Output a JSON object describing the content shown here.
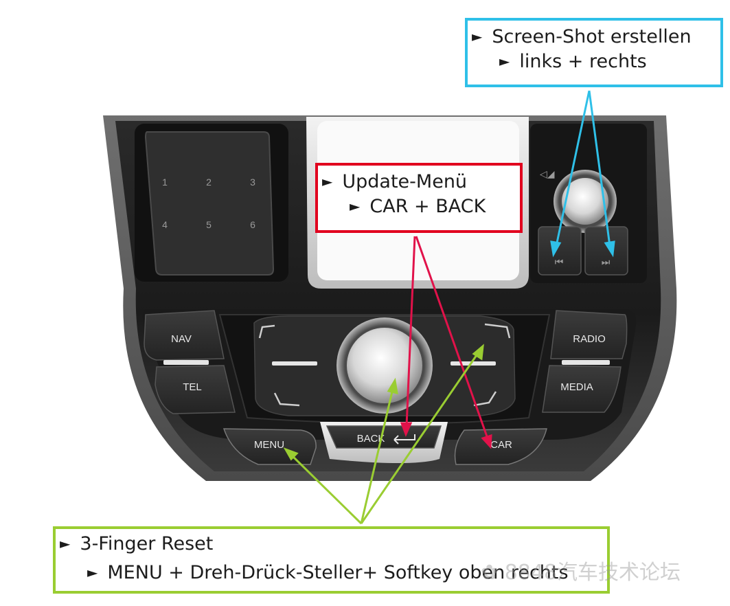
{
  "callouts": {
    "screenshot": {
      "title": "Screen-Shot erstellen",
      "detail": "links + rechts",
      "color": "#2fc0e8"
    },
    "update": {
      "title": "Update-Menü",
      "detail": "CAR + BACK",
      "color": "#e1001e"
    },
    "reset": {
      "title": "3-Finger Reset",
      "detail": "MENU + Dreh-Drück-Steller+ Softkey oben rechts",
      "color": "#9acd32"
    }
  },
  "bullet": "►",
  "keypad": [
    "1",
    "2",
    "3",
    "4",
    "5",
    "6"
  ],
  "buttons": {
    "nav": "NAV",
    "tel": "TEL",
    "radio": "RADIO",
    "media": "MEDIA",
    "menu": "MENU",
    "back": "BACK",
    "car": "CAR",
    "prev": "⏮",
    "next": "⏭"
  },
  "watermark": "8848汽车技术论坛"
}
